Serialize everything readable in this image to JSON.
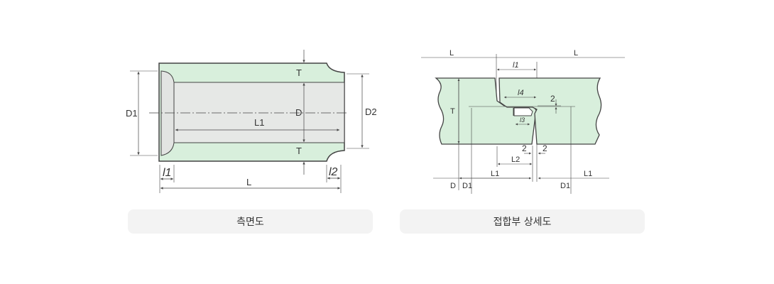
{
  "colors": {
    "pipe": "#d8efdc",
    "bore": "#e6e8e6",
    "line": "#444444",
    "caption_bg": "#f3f3f3"
  },
  "side_view": {
    "caption": "측면도",
    "labels": {
      "D1": "D1",
      "D2": "D2",
      "T_top": "T",
      "T_bottom": "T",
      "D": "D",
      "L1": "L1",
      "l1": "l1",
      "l2": "l2",
      "L": "L"
    }
  },
  "joint_detail": {
    "caption": "접합부 상세도",
    "labels": {
      "L_left": "L",
      "L_right": "L",
      "l1": "l1",
      "l4": "l4",
      "l3": "l3",
      "T": "T",
      "two_a": "2",
      "two_b": "2",
      "two_c": "2",
      "L2": "L2",
      "L1_left": "L1",
      "L1_right": "L1",
      "D": "D",
      "D1_left": "D1",
      "D1_right": "D1"
    }
  }
}
